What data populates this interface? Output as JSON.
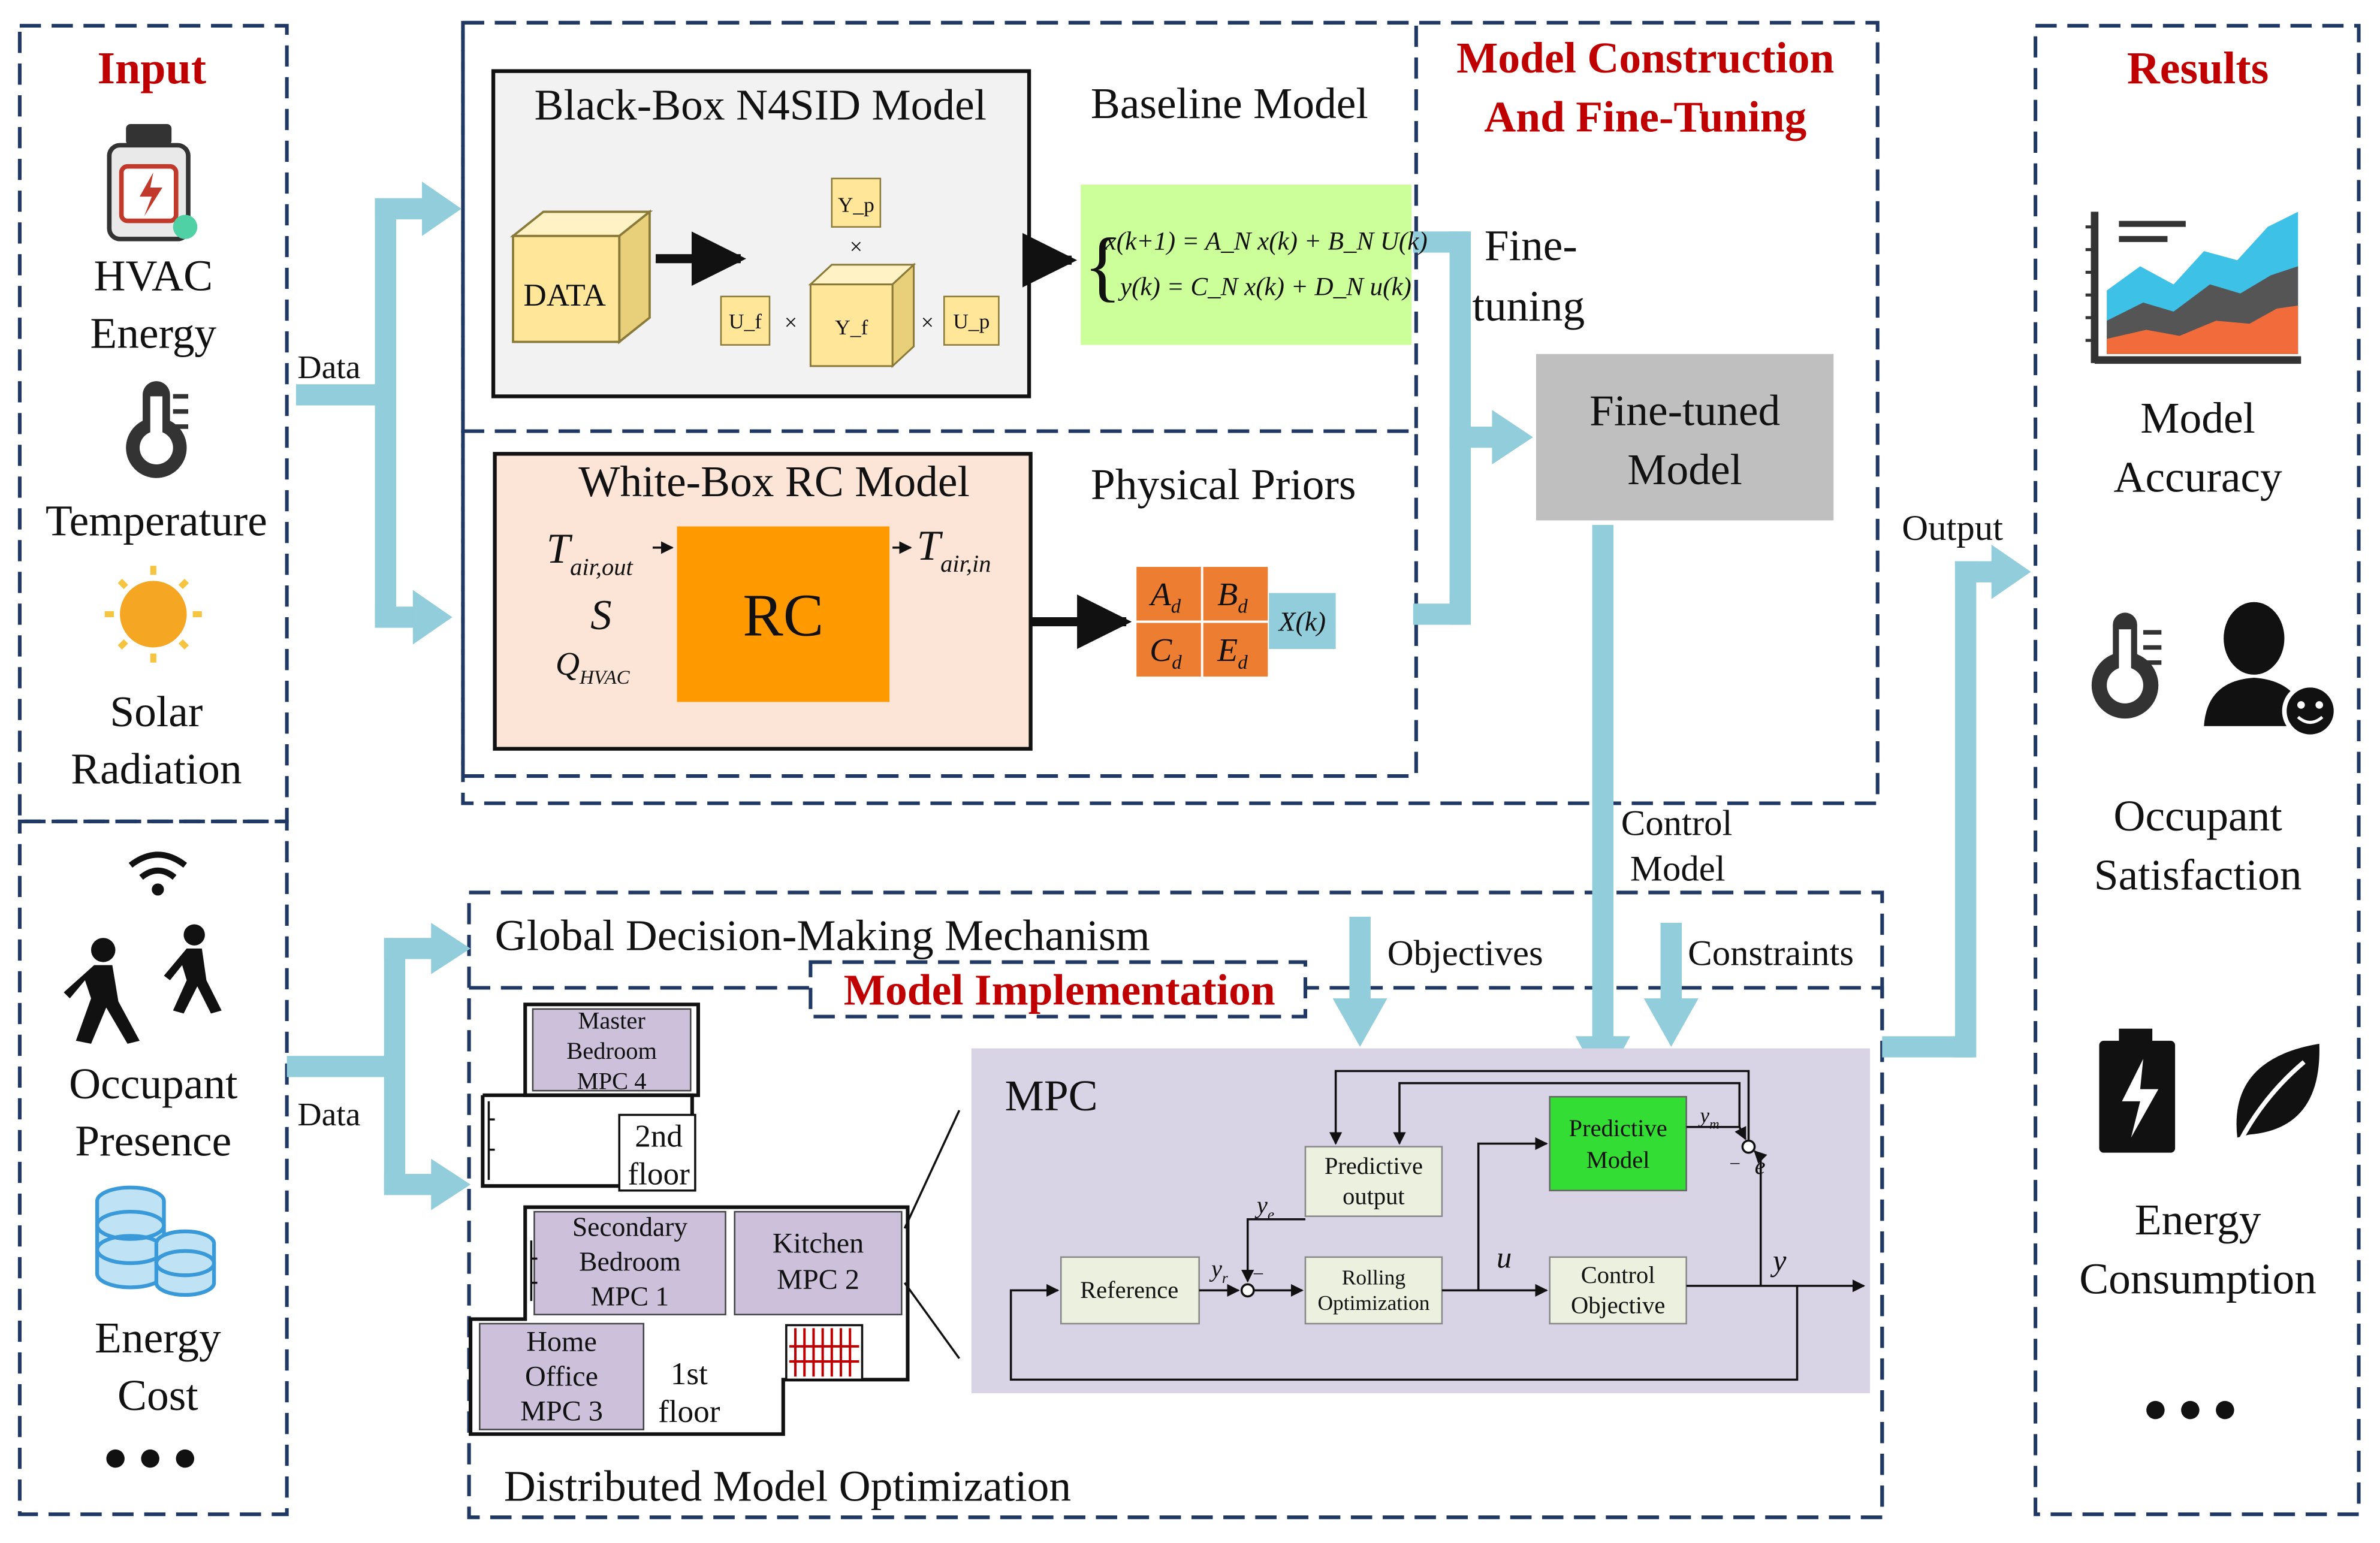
{
  "input": {
    "title": "Input",
    "items": [
      {
        "label_lines": [
          "HVAC",
          "Energy"
        ],
        "icon": "hvac-energy-icon"
      },
      {
        "label_lines": [
          "Temperature"
        ],
        "icon": "thermometer-icon"
      },
      {
        "label_lines": [
          "Solar",
          "Radiation"
        ],
        "icon": "sun-icon"
      },
      {
        "label_lines": [
          "Occupant",
          "Presence"
        ],
        "icon": "walking-people-icon"
      },
      {
        "label_lines": [
          "Energy",
          "Cost"
        ],
        "icon": "coins-icon"
      }
    ],
    "more": "●●●"
  },
  "flow": {
    "data_label": "Data",
    "output_label": "Output",
    "fine_tuning_lines": [
      "Fine-",
      "tuning"
    ],
    "control_model_lines": [
      "Control",
      "Model"
    ],
    "objectives": "Objectives",
    "constraints": "Constraints"
  },
  "construction": {
    "title_lines": [
      "Model Construction",
      "And Fine-Tuning"
    ],
    "blackbox": {
      "title": "Black-Box N4SID Model",
      "side_label": "Baseline Model",
      "data": "DATA",
      "yp": "Y_p",
      "uf": "U_f",
      "yf": "Y_f",
      "up": "U_p",
      "times": "×",
      "eq1": "x(k+1) = A_N x(k) + B_N U(k)",
      "eq2": "y(k) = C_N x(k) + D_N u(k)"
    },
    "whitebox": {
      "title": "White-Box RC Model",
      "side_label": "Physical Priors",
      "rc": "RC",
      "t_in_main": "T",
      "t_in_sub": "air,out",
      "s": "S",
      "q_main": "Q",
      "q_sub": "HVAC",
      "t_out_main": "T",
      "t_out_sub": "air,in",
      "matrix": [
        [
          "A",
          "d"
        ],
        [
          "B",
          "d"
        ],
        [
          "C",
          "d"
        ],
        [
          "E",
          "d"
        ]
      ],
      "state": "X(k)"
    },
    "fine_tuned_lines": [
      "Fine-tuned",
      "Model"
    ]
  },
  "implementation": {
    "global_title": "Global Decision-Making Mechanism",
    "title": "Model Implementation",
    "footer": "Distributed Model Optimization",
    "floorplan": {
      "master": [
        "Master",
        "Bedroom",
        "MPC 4"
      ],
      "second_floor": [
        "2nd",
        "floor"
      ],
      "secondary": [
        "Secondary",
        "Bedroom",
        "MPC 1"
      ],
      "kitchen": [
        "Kitchen",
        "MPC 2"
      ],
      "office": [
        "Home",
        "Office",
        "MPC 3"
      ],
      "first_floor": [
        "1st",
        "floor"
      ]
    },
    "mpc": {
      "title": "MPC",
      "predictive_output": [
        "Predictive",
        "output"
      ],
      "predictive_model": [
        "Predictive",
        "Model"
      ],
      "reference": "Reference",
      "rolling": [
        "Rolling",
        "Optimization"
      ],
      "control_objective": [
        "Control",
        "Objective"
      ],
      "ym": "y",
      "ym_sub": "m",
      "ye": "y",
      "ye_sub": "e",
      "yr": "y",
      "yr_sub": "r",
      "u": "u",
      "y": "y",
      "e": "e",
      "minus": "–"
    }
  },
  "results": {
    "title": "Results",
    "items": [
      {
        "label_lines": [
          "Model",
          "Accuracy"
        ],
        "icon": "area-chart-icon"
      },
      {
        "label_lines": [
          "Occupant",
          "Satisfaction"
        ],
        "icon": "thermometer-person-icon"
      },
      {
        "label_lines": [
          "Energy",
          "Consumption"
        ],
        "icon": "battery-leaf-icon"
      }
    ],
    "more": "●●●"
  },
  "colors": {
    "arrow_blue": "#92cddc",
    "dash_navy": "#1f3864",
    "title_red": "#c00000",
    "data_cube": "#ffe699",
    "equation_green": "#ccff99",
    "rc_orange": "#ff9900",
    "rc_bg": "#fce4d6",
    "blackbox_bg": "#f2f2f2",
    "fine_tuned_gray": "#bfbfbf",
    "mpc_panel": "#d9d3e6",
    "predictive_green": "#33dd33",
    "block_cream": "#ebf1de",
    "room_lavender": "#ccc0da",
    "state_blue": "#92cddc"
  }
}
